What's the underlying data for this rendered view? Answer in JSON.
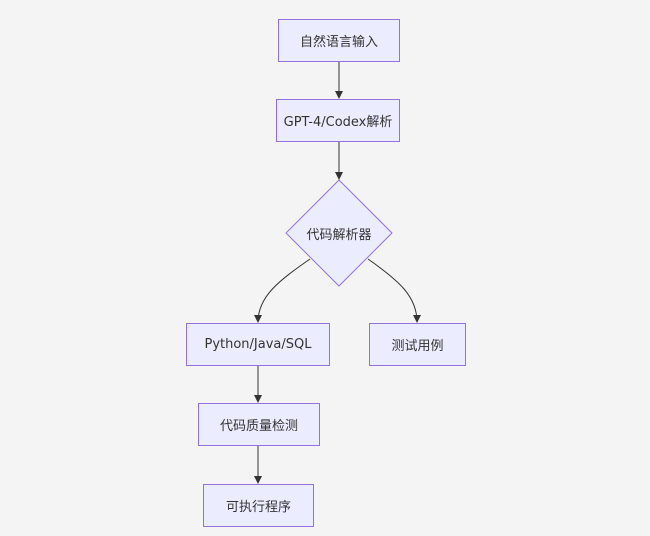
{
  "diagram": {
    "nodes": {
      "input": "自然语言输入",
      "gpt": "GPT-4/Codex解析",
      "parser": "代码解析器",
      "langs": "Python/Java/SQL",
      "tests": "测试用例",
      "quality": "代码质量检测",
      "program": "可执行程序"
    },
    "colors": {
      "node_fill": "#ececff",
      "node_border": "#9370db",
      "edge": "#333333",
      "background": "#f5f4f5"
    }
  }
}
